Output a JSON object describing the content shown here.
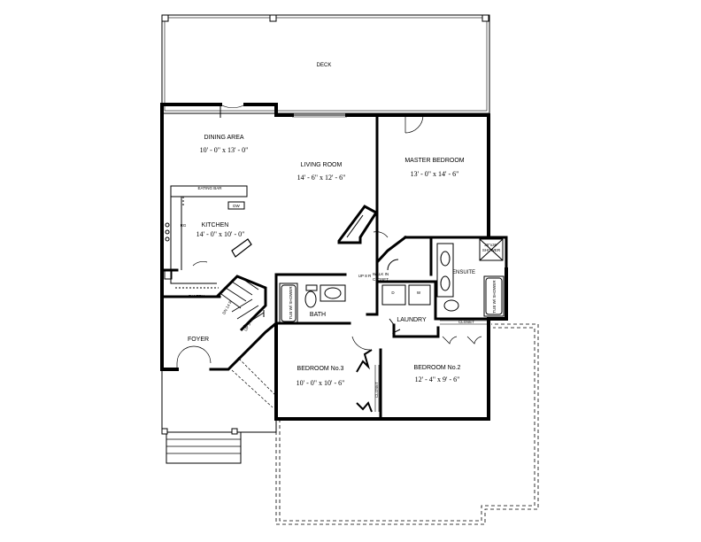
{
  "plan": {
    "deck": "DECK",
    "dining": {
      "name": "DINING AREA",
      "dim": "10' - 0\" x 13' - 0\""
    },
    "living": {
      "name": "LIVING ROOM",
      "dim": "14' - 6\" x 12' - 6\""
    },
    "master": {
      "name": "MASTER BEDROOM",
      "dim": "13' - 0\" x 14' - 6\""
    },
    "kitchen": {
      "name": "KITCHEN",
      "dim": "14' - 0\" x 10' - 0\""
    },
    "eating_bar": "EATING BAR",
    "dw": "DW",
    "rg": "RG",
    "pantry": "PANTRY",
    "foyer": "FOYER",
    "bath": "BATH",
    "laundry": "LAUNDRY",
    "ensuite": "ENSUITE",
    "walk_in_closet_1": "WALK IN",
    "walk_in_closet_2": "CLOSET",
    "closet_top": "CLOSET",
    "closet_side": "CLOSET",
    "washer": "W",
    "dryer": "D",
    "up_8r": "UP 8 R",
    "dn_14r": "DN 14 R",
    "up_5r": "UP 5 R",
    "tub_shower_1": "TUB W/ SHOWER",
    "tub_shower_2": "TUB W/ SHOWER",
    "shower_1": "36\"x36\"",
    "shower_2": "SHOWER",
    "bed3": {
      "name": "BEDROOM No.3",
      "dim": "10' - 0\" x 10' - 6\""
    },
    "bed2": {
      "name": "BEDROOM No.2",
      "dim": "12' - 4\" x 9' - 6\""
    }
  }
}
